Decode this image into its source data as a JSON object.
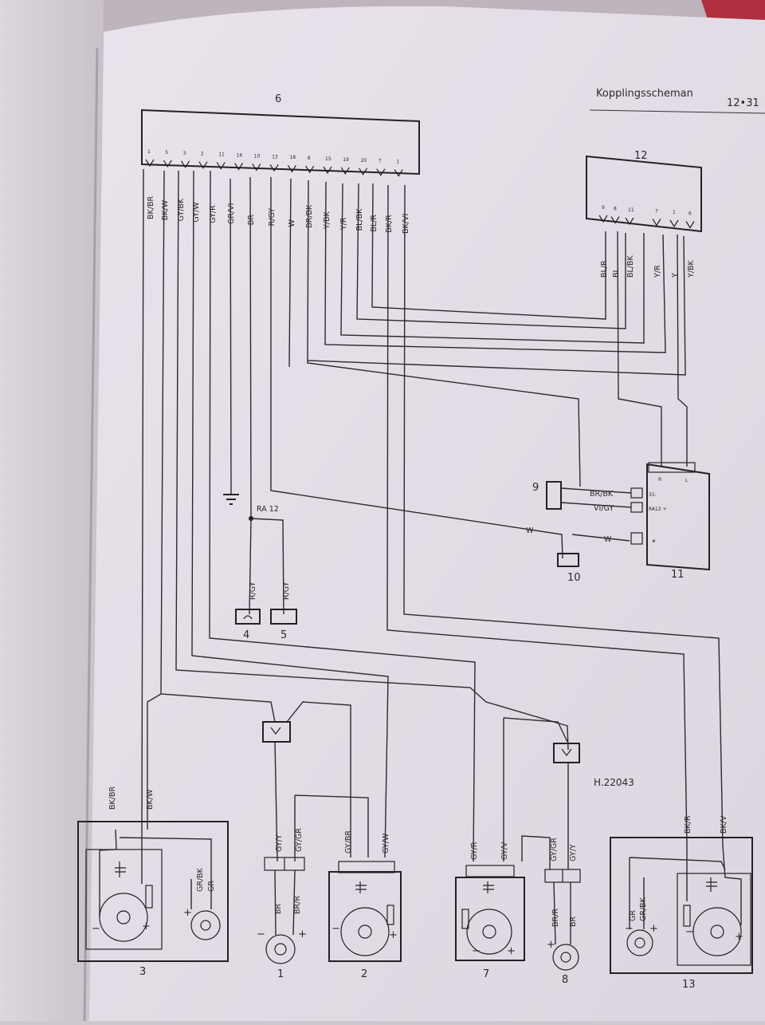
{
  "header": {
    "title": "Kopplingsscheman",
    "page": "12•31"
  },
  "figure_code": "H.22043",
  "components": {
    "c1": "1",
    "c2": "2",
    "c3": "3",
    "c4": "4",
    "c5": "5",
    "c6": "6",
    "c7": "7",
    "c8": "8",
    "c9": "9",
    "c10": "10",
    "c11": "11",
    "c12": "12",
    "c13": "13"
  },
  "connector6": {
    "pins": [
      "1",
      "5",
      "3",
      "2",
      "11",
      "16",
      "10",
      "13",
      "18",
      "8",
      "15",
      "19",
      "20",
      "7",
      "1"
    ],
    "wires": [
      "BK/BR",
      "BK/W",
      "GY/BK",
      "GY/W",
      "GY/R",
      "GR/VI",
      "BR",
      "R/GY",
      "W",
      "BR/BK",
      "Y/BK",
      "Y/R",
      "BL/BK",
      "BL/R",
      "BK/R",
      "BK/VI"
    ]
  },
  "connector12": {
    "pins": [
      "9",
      "8",
      "11",
      "7",
      "1",
      "6"
    ],
    "wires": [
      "BL/R",
      "BL",
      "BL/BK",
      "Y/R",
      "Y",
      "Y/BK"
    ]
  },
  "c11": {
    "wire1": "BR/BK",
    "wire2": "VI/GY",
    "pin1": "31-",
    "pin2": "RA12 +",
    "pin3": "*",
    "wire3": "W",
    "r": "R",
    "l": "L"
  },
  "c10": {
    "wire": "W"
  },
  "splice": "RA 12",
  "c4": {
    "wire": "R/GY"
  },
  "c5": {
    "wire": "R/GY"
  },
  "c3": {
    "wire1": "BK/BR",
    "wire2": "BK/W",
    "wire3": "GR/BK",
    "wire4": "GR"
  },
  "c1": {
    "wire1": "GY/Y",
    "wire2": "GY/GR",
    "wire3": "BR",
    "wire4": "BR/R"
  },
  "c2": {
    "wire1": "GY/BR",
    "wire2": "GY/W"
  },
  "c7": {
    "wire1": "GY/R",
    "wire2": "GY/V"
  },
  "c8": {
    "wire1": "GY/GR",
    "wire2": "GY/Y",
    "wire3": "BR/R",
    "wire4": "BR"
  },
  "c13": {
    "wire1": "BK/R",
    "wire2": "BK/V",
    "wire3": "GR",
    "wire4": "GR/BK"
  },
  "symbols": {
    "plus": "+",
    "minus": "−"
  }
}
